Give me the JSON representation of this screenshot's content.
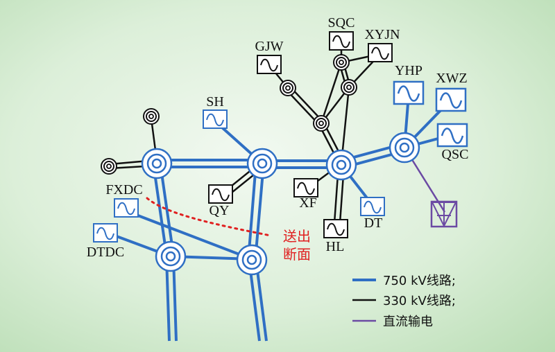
{
  "colors": {
    "line750": "#2f6fc4",
    "line330": "#111111",
    "dc": "#6b4aa3",
    "section": "#e02020"
  },
  "nodes": {
    "n_sh": "SH",
    "n_gjw": "GJW",
    "n_sqc": "SQC",
    "n_xyjn": "XYJN",
    "n_yhp": "YHP",
    "n_xwz": "XWZ",
    "n_qsc": "QSC",
    "n_qy": "QY",
    "n_xf": "XF",
    "n_dt": "DT",
    "n_hl": "HL",
    "n_fxdc": "FXDC",
    "n_dtdc": "DTDC"
  },
  "annotation": {
    "line1": "送出",
    "line2": "断面"
  },
  "legend": [
    {
      "label": "750 kV线路;",
      "icon": "thick-blue-line"
    },
    {
      "label": "330 kV线路;",
      "icon": "thin-black-line"
    },
    {
      "label": "直流输电",
      "icon": "thin-purple-line"
    }
  ]
}
